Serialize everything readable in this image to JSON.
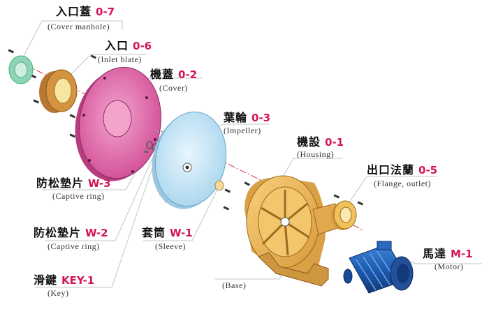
{
  "colors": {
    "code": "#d4145a",
    "leader": "#c0c4cc",
    "axis": "#d8334a",
    "cover_manhole": "#8fd3b8",
    "inlet_blate": "#d4943f",
    "cover": "#e06aa8",
    "impeller": "#bfe3f4",
    "housing": "#f0b95a",
    "flange": "#f1c15a",
    "motor": "#1f5fb8"
  },
  "parts": {
    "cover_manhole": {
      "zh": "入口蓋",
      "code": "0-7",
      "en": "(Cover manhole)"
    },
    "inlet_blate": {
      "zh": "入口",
      "code": "0-6",
      "en": "(Inlet blate)"
    },
    "cover": {
      "zh": "機蓋",
      "code": "0-2",
      "en": "(Cover)"
    },
    "impeller": {
      "zh": "葉輪",
      "code": "0-3",
      "en": "(Impeller)"
    },
    "housing": {
      "zh": "機設",
      "code": "0-1",
      "en": "(Housing)"
    },
    "flange_outlet": {
      "zh": "出口法蘭",
      "code": "0-5",
      "en": "(Flange, outlet)"
    },
    "captive_ring_w3": {
      "zh": "防松墊片",
      "code": "W-3",
      "en": "(Captive ring)"
    },
    "captive_ring_w2": {
      "zh": "防松墊片",
      "code": "W-2",
      "en": "(Captive ring)"
    },
    "sleeve": {
      "zh": "套筒",
      "code": "W-1",
      "en": "(Sleeve)"
    },
    "key": {
      "zh": "滑鍵",
      "code": "KEY-1",
      "en": "(Key)"
    },
    "motor": {
      "zh": "馬達",
      "code": "M-1",
      "en": "(Motor)"
    },
    "base": {
      "en": "(Base)"
    }
  }
}
